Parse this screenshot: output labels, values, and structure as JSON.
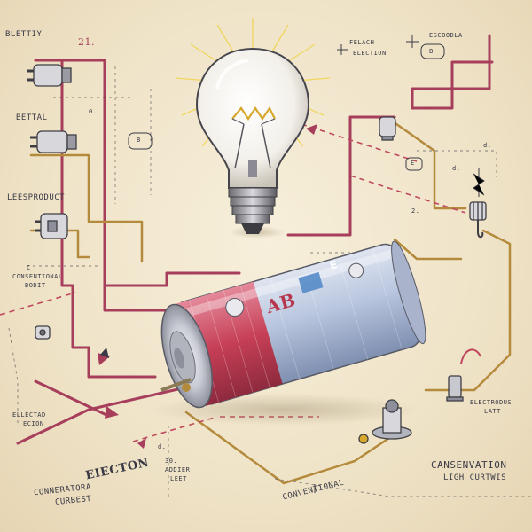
{
  "labels": {
    "top_left": "BLETTIY",
    "top_number": "21.",
    "left_mid_1": "BETTAL",
    "left_mid_2": "LEESPRODUCT",
    "left_conv_c": "C",
    "left_conv_1": "CONSENTIONAL",
    "left_conv_2": "BODIT",
    "bottom_left_1": "ELLECTAD",
    "bottom_left_2": "ECION",
    "bottom_electon": "EIECTON",
    "bottom_current_1": "CONNERATORA",
    "bottom_current_2": "CURBEST",
    "bottom_code_1": "30.",
    "bottom_code_2": "ADDIER",
    "bottom_code_3": "LEET",
    "bottom_conventional": "CONVENTIONAL",
    "right_top_1": "FELACH",
    "right_top_2": "ELECTION",
    "right_top_3": "ESCOODLA",
    "right_d_1": "d.",
    "right_d_2": "d.",
    "right_number_2": "2.",
    "right_bottom_1": "ELECTRODUS",
    "right_bottom_2": "LATT",
    "right_conservation_1": "CANSENVATION",
    "right_conservation_2": "LIGH CURTWIS",
    "battery_ab": "AB",
    "battery_e": "E",
    "box_b_top": "B",
    "box_b_mid": "B",
    "box_b_right": "E",
    "label_0": "0.",
    "label_d_mid": "d."
  },
  "colors": {
    "paper": "#efe3c7",
    "wire_red": "#a63e5c",
    "wire_gold": "#b48a3c",
    "dashed_red": "#c0485e",
    "battery_red": "#c63f56",
    "battery_blue": "#8aa0c8",
    "ink": "#3a3a46"
  }
}
